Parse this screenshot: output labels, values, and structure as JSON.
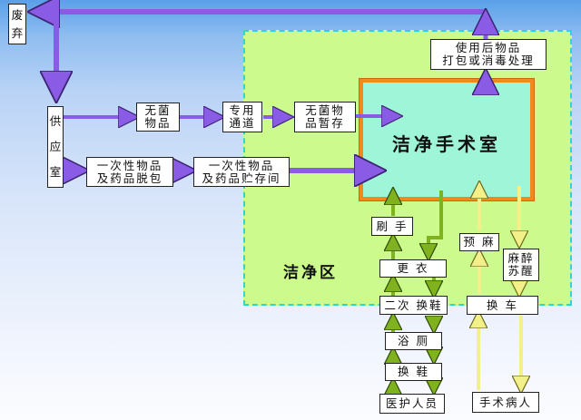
{
  "diagram": {
    "title_zones": {
      "clean_zone": "洁净区",
      "operating_room": "洁净手术室"
    },
    "nodes": {
      "waste": "废\n弃",
      "supply_room": "供\n应\n室",
      "sterile_items": "无菌\n物品",
      "dedicated_passage": "专用\n通道",
      "sterile_temp_storage": "无菌物\n品暂存",
      "disposable_unpack": "一次性物品\n及药品脱包",
      "disposable_storage": "一次性物品\n及药品贮存间",
      "used_items_processing": "使用后物品\n打包或消毒处理",
      "scrub_hands": "刷 手",
      "change_clothes": "更 衣",
      "second_shoe_change": "二次 换鞋",
      "shower_toilet": "浴 厕",
      "shoe_change": "换 鞋",
      "medical_staff": "医护人员",
      "pre_anesthesia": "预 麻",
      "anesthesia_recovery": "麻醉\n苏醒",
      "transfer_cart": "换  车",
      "surgery_patient": "手术病人"
    },
    "colors": {
      "supply_flow": "#8a5ce6",
      "staff_flow": "#7fb21e",
      "patient_flow": "#f3f08a",
      "clean_zone_fill": "#ccfa8c",
      "clean_zone_border": "#2fd6d0",
      "or_fill": "#9ff5d8",
      "or_border": "#f08a1c"
    }
  }
}
